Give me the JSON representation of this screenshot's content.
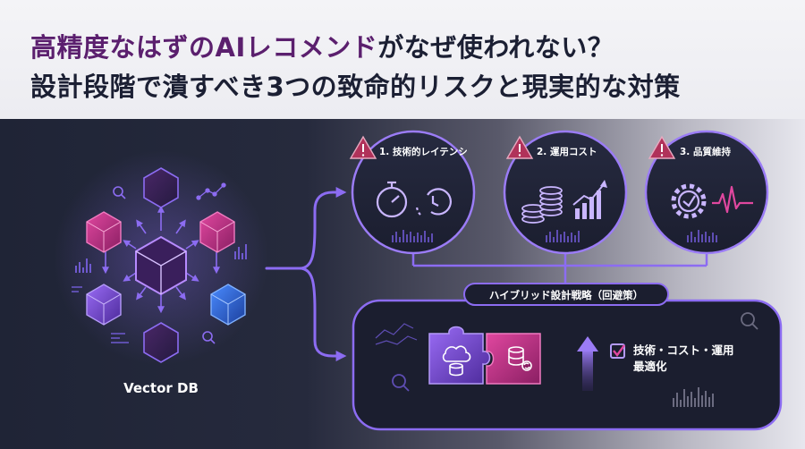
{
  "title": {
    "line1_part1": "高精度なはずの",
    "line1_part2": "AIレコメンド",
    "line1_part3": "がなぜ使われない？",
    "line2": "設計段階で潰すべき3つの致命的リスクと現実的な対策"
  },
  "vector_db": {
    "label": "Vector DB"
  },
  "risks": [
    {
      "label": "1. 技術的レイテンシ",
      "icons": [
        "stopwatch-icon",
        "clock-arrow-icon"
      ]
    },
    {
      "label": "2. 運用コスト",
      "icons": [
        "coin-stack-icon",
        "rising-chart-icon"
      ]
    },
    {
      "label": "3. 品質維持",
      "icons": [
        "gear-icon",
        "heartbeat-icon"
      ]
    }
  ],
  "strategy": {
    "label": "ハイブリッド設計戦略（回避策）",
    "result_line1": "技術・コスト・運用",
    "result_line2": "最適化"
  },
  "colors": {
    "accent_purple": "#5b1f6e",
    "title_dark": "#1b1f33",
    "neon_violet": "#8c6cf2",
    "magenta": "#c2368f",
    "warning_red": "#b0325a",
    "blue_cube": "#2e6be0"
  }
}
